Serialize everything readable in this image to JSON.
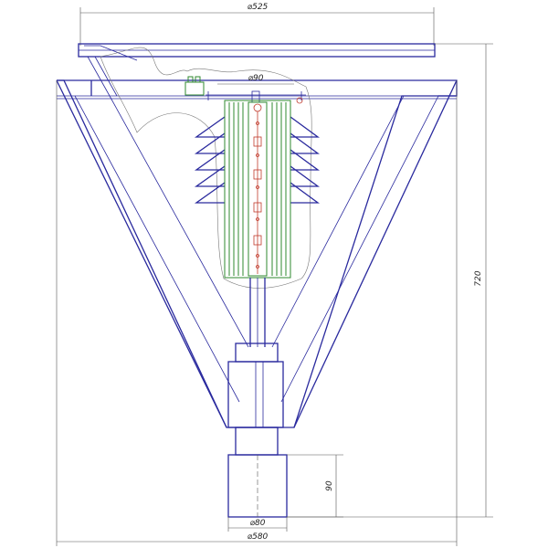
{
  "dimensions": {
    "top_width": "⌀525",
    "driver_width": "⌀90",
    "total_height": "720",
    "pole_height": "90",
    "pole_diameter": "⌀80",
    "base_width": "⌀580"
  },
  "colors": {
    "outline": "#2a2a9e",
    "driver": "#2f8a2f",
    "led": "#c0392b",
    "dimension": "#555555"
  }
}
